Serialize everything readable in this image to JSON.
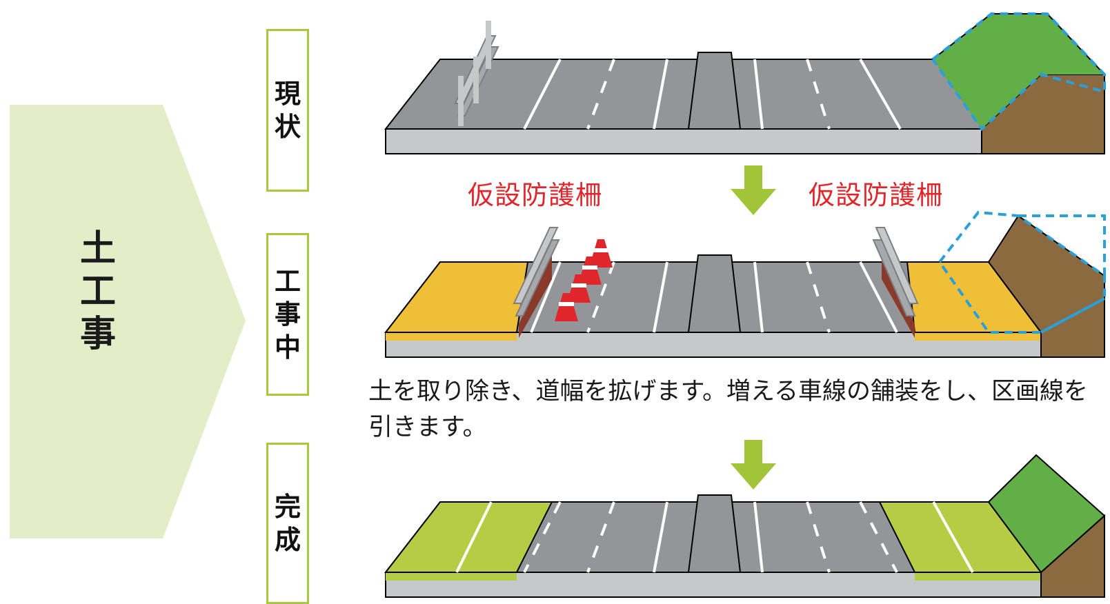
{
  "title": "土工事",
  "stages": {
    "current": "現状",
    "construction": "工事中",
    "complete": "完成"
  },
  "barrier_labels": [
    "仮設防護柵",
    "仮設防護柵"
  ],
  "caption": "土を取り除き、道幅を拡げます。増える車線の舗装をし、区画線を引きます。",
  "colors": {
    "pale_green": "#e4ecc8",
    "stage_border": "#a8c93c",
    "arrow": "#a2c439",
    "asphalt": "#939598",
    "road_side": "#c6c8ca",
    "grass": "#62ae47",
    "soil": "#8c6a3f",
    "work_yellow": "#f0bf38",
    "new_green": "#b5cc44",
    "label_red": "#e0262b",
    "dash_blue": "#2a9fd8"
  }
}
